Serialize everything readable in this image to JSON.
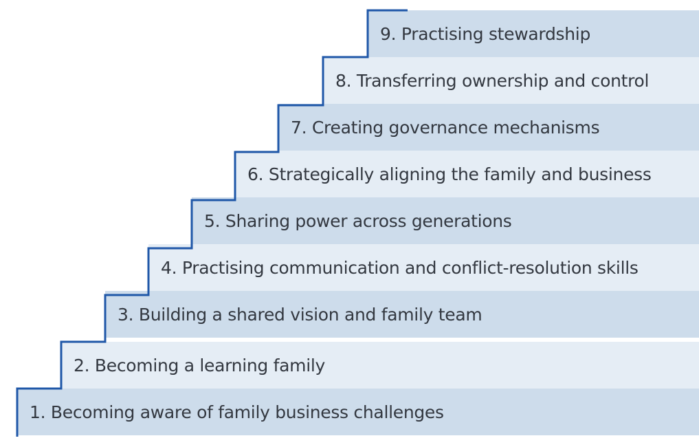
{
  "steps": [
    {
      "label": "1. Becoming aware of family business challenges"
    },
    {
      "label": "2. Becoming a learning family"
    },
    {
      "label": "3. Building a shared vision and family team"
    },
    {
      "label": "4. Practising communication and conflict-resolution skills"
    },
    {
      "label": "5. Sharing power across generations"
    },
    {
      "label": "6. Strategically aligning the family and business"
    },
    {
      "label": "7. Creating governance mechanisms"
    },
    {
      "label": "8.  Transferring ownership and control"
    },
    {
      "label": "9. Practising stewardship"
    }
  ],
  "colors": {
    "band_dark": "#cddceb",
    "band_light": "#e5edf5",
    "stair_line": "#1f57a8",
    "text": "#333840"
  }
}
